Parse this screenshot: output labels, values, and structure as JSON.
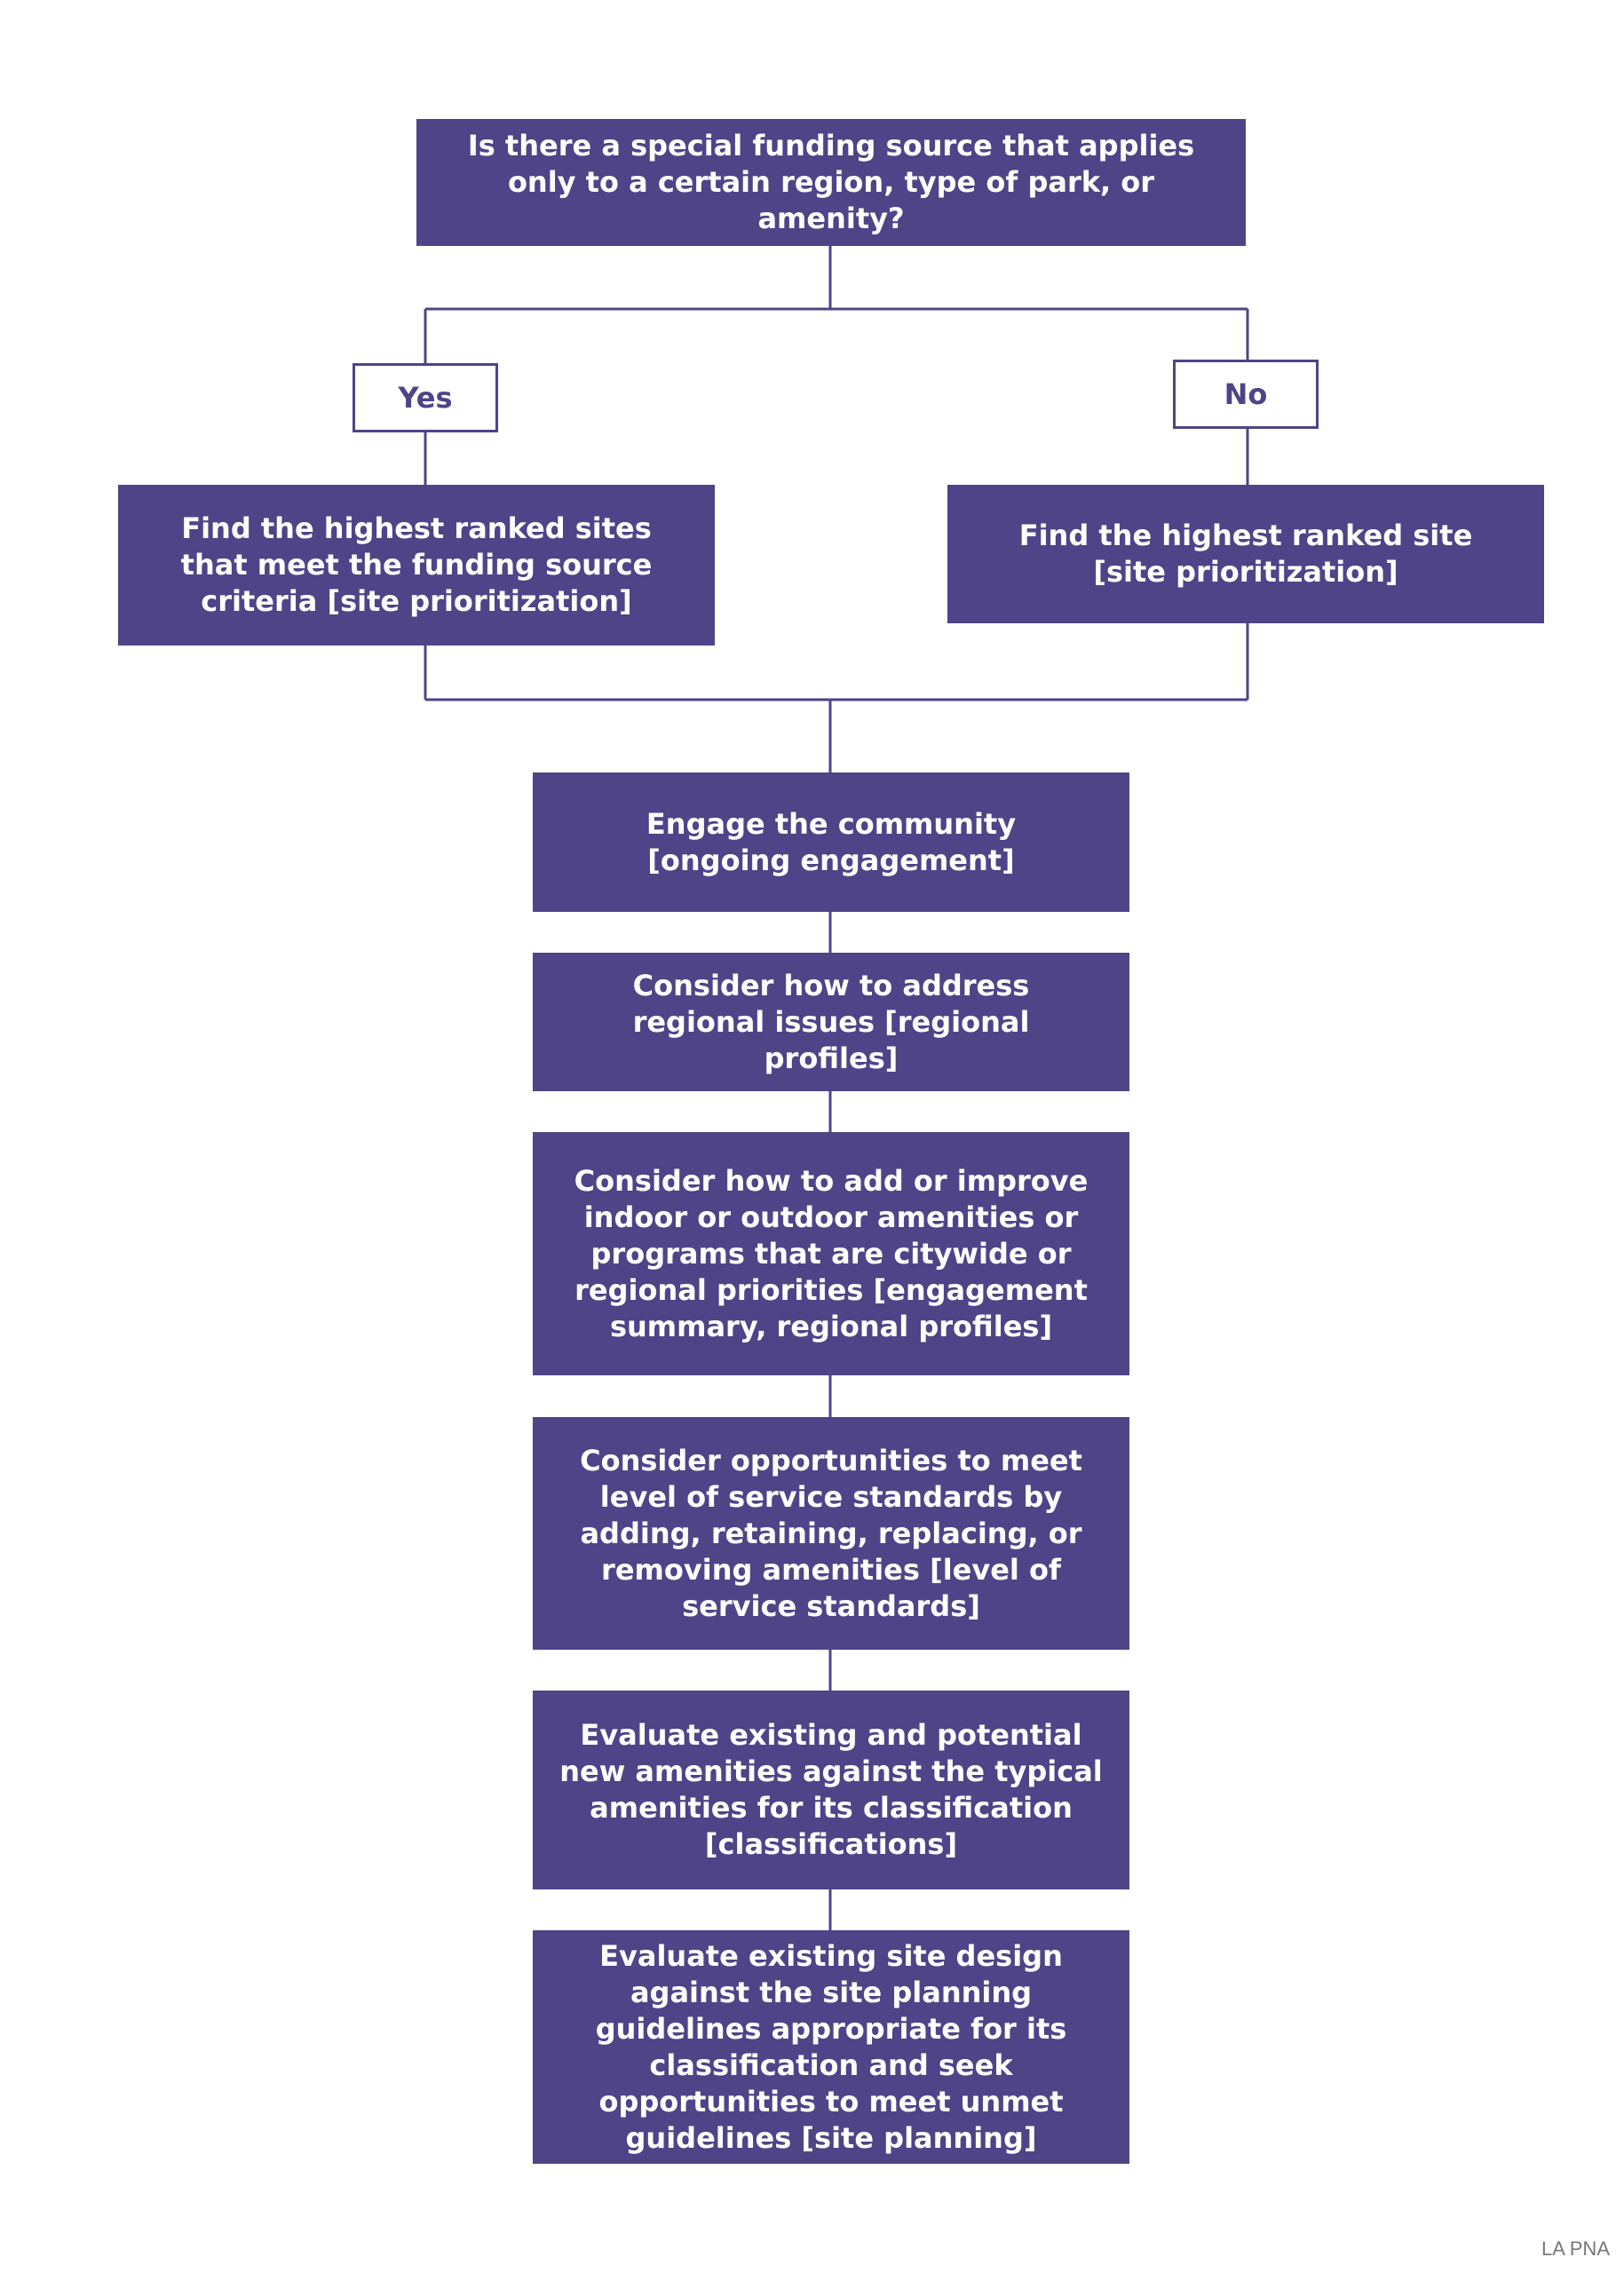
{
  "flowchart": {
    "question": "Is there a special funding source that applies only to a certain region, type of park, or amenity?",
    "branch_yes_label": "Yes",
    "branch_no_label": "No",
    "yes_step": "Find the highest ranked sites that meet the funding source criteria [site prioritization]",
    "no_step": "Find the highest ranked site [site prioritization]",
    "steps": [
      "Engage the community [ongoing engagement]",
      "Consider how to address regional issues [regional profiles]",
      "Consider how to add or improve indoor or outdoor amenities or programs that are citywide or regional priorities [engagement summary, regional profiles]",
      "Consider opportunities to meet level of service standards by adding, retaining, replacing, or removing amenities [level of service standards]",
      "Evaluate existing and potential new amenities against the typical amenities for its classification [classifications]",
      "Evaluate existing site design against the site planning guidelines appropriate for its classification and seek opportunities to meet unmet guidelines [site planning]"
    ]
  },
  "footer": {
    "text": "LA PNA"
  },
  "colors": {
    "box_fill": "#4e4487",
    "box_text": "#ffffff",
    "label_text": "#4e4487"
  }
}
